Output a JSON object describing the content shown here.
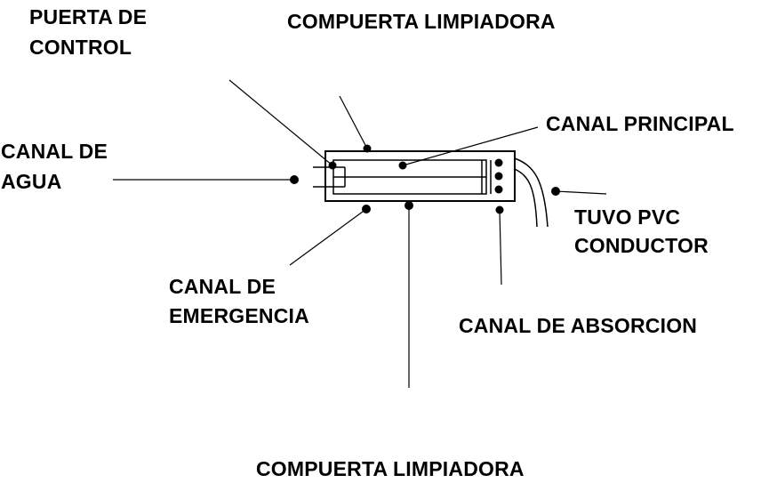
{
  "labels": {
    "puerta_control": {
      "line1": "PUERTA DE",
      "line2": "CONTROL"
    },
    "compuerta_top": "COMPUERTA LIMPIADORA",
    "canal_principal": "CANAL PRINCIPAL",
    "canal_agua": {
      "line1": "CANAL DE",
      "line2": "AGUA"
    },
    "tuvo_pvc": {
      "line1": "TUVO PVC",
      "line2": "CONDUCTOR"
    },
    "canal_emergencia": {
      "line1": "CANAL DE",
      "line2": "EMERGENCIA"
    },
    "canal_absorcion": "CANAL DE ABSORCION",
    "compuerta_bottom": "COMPUERTA LIMPIADORA"
  },
  "colors": {
    "ink": "#000000",
    "background": "#ffffff"
  }
}
